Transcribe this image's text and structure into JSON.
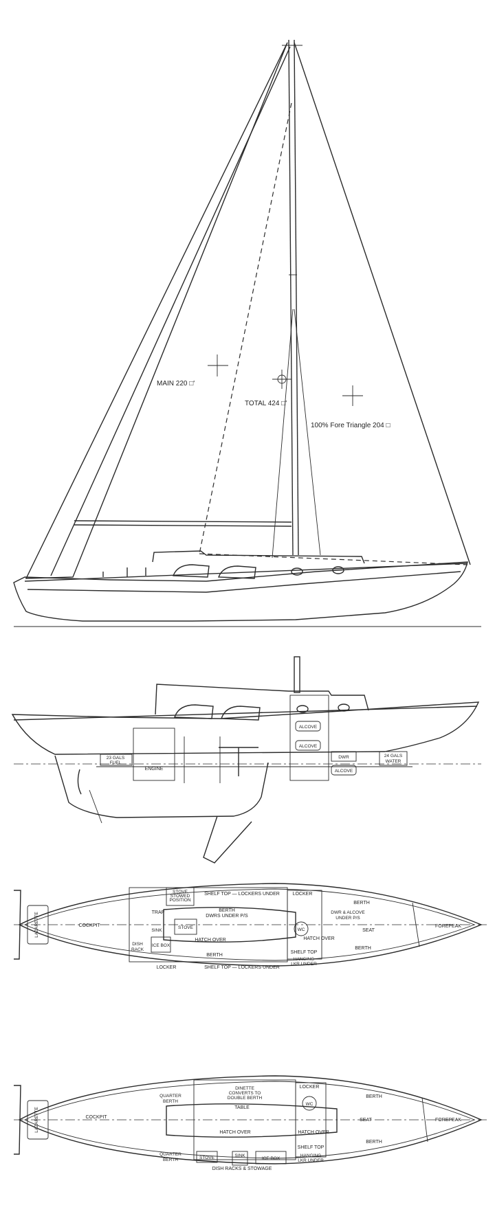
{
  "sail_plan": {
    "main": "MAIN 220 □'",
    "total": "TOTAL 424 □'",
    "fore": "100% Fore Triangle 204 □"
  },
  "profile": {
    "fuel": [
      "23 GALS",
      "FUEL"
    ],
    "engine": "ENGINE",
    "alcove_upper": "ALCOVE",
    "alcove_mid": "ALCOVE",
    "dwr": "DWR",
    "alcove_low": "ALCOVE",
    "water": [
      "24 GALS",
      "WATER"
    ]
  },
  "plan1": {
    "stove_stowed": [
      "STOVE",
      "STOWED",
      "POSITION"
    ],
    "shelf_top_top": "SHELF TOP — LOCKERS UNDER",
    "locker_top": "LOCKER",
    "trap": "TRAP",
    "stove": "STOVE",
    "berth_center": [
      "BERTH",
      "DWRS UNDER P/S"
    ],
    "berth_fwd_top": "BERTH",
    "wc": "WC",
    "dwr_alcove": [
      "DWR & ALCOVE",
      "UNDER P/S"
    ],
    "sink": "SINK",
    "cockpit": "COCKPIT",
    "lazarette": "LAZARETTE",
    "hatch_over_aft": "HATCH OVER",
    "hatch_over_fwd": "HATCH OVER",
    "seat": "SEAT",
    "forepeak": "FOREPEAK",
    "dish_rack": [
      "DISH",
      "RACK"
    ],
    "berth_low": "BERTH",
    "shelf_top_right": "SHELF TOP",
    "berth_fwd_low": "BERTH",
    "ice_box": "ICE BOX",
    "hanging": [
      "HANGING",
      "LKR UNDER"
    ],
    "locker_bottom": "LOCKER",
    "shelf_top_bottom": "SHELF TOP — LOCKERS UNDER"
  },
  "plan2": {
    "quarter_berth_top": [
      "QUARTER",
      "BERTH"
    ],
    "locker": "LOCKER",
    "dinette": [
      "DINETTE",
      "CONVERTS TO",
      "DOUBLE BERTH"
    ],
    "berth_fwd_top": "BERTH",
    "table": "TABLE",
    "wc": "WC",
    "cockpit": "COCKPIT",
    "lazarette": "LAZARETTE",
    "seat": "SEAT",
    "forepeak": "FOREPEAK",
    "hatch_over_aft": "HATCH OVER",
    "hatch_over_fwd": "HATCH OVER",
    "stove": "STOVE",
    "sink": "SINK",
    "ice_box": "ICE BOX",
    "shelf_top": "SHELF TOP",
    "berth_fwd_low": "BERTH",
    "quarter_berth_bottom": [
      "QUARTER",
      "BERTH"
    ],
    "hanging": [
      "HANGING",
      "LKR UNDER"
    ],
    "dish_racks": "DISH RACKS & STOWAGE"
  }
}
